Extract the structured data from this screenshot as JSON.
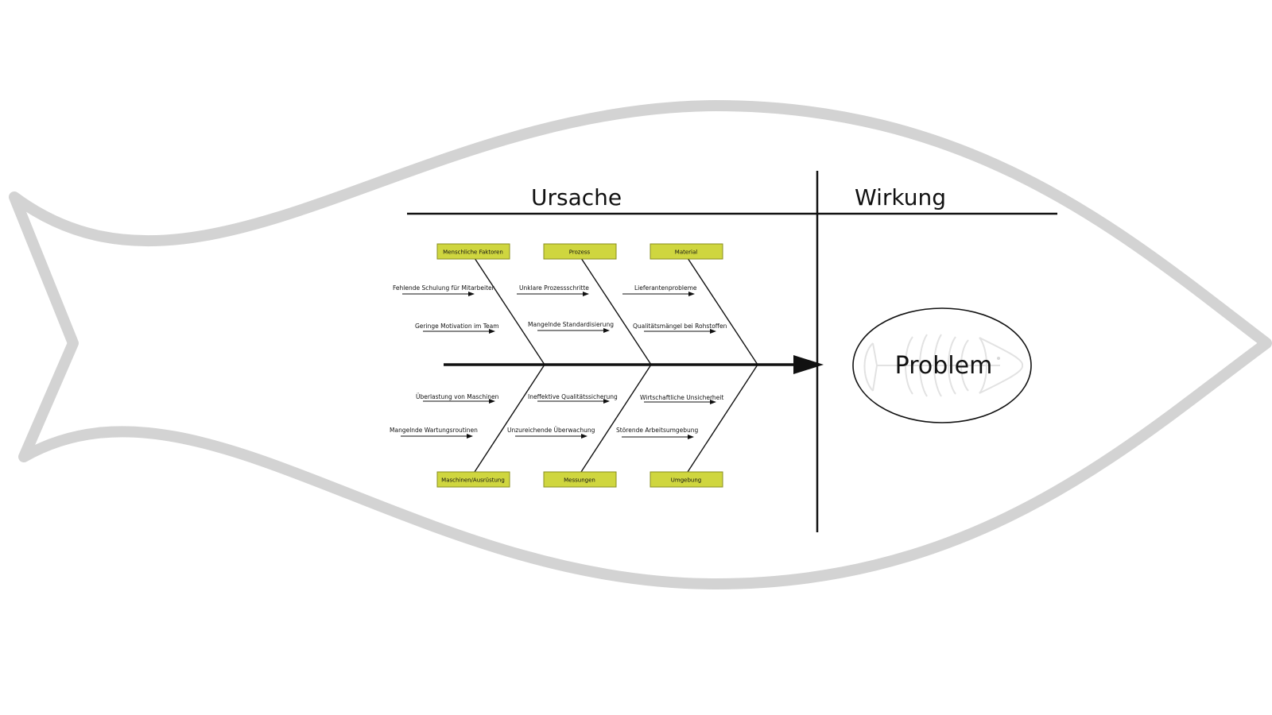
{
  "headings": {
    "cause": "Ursache",
    "effect": "Wirkung"
  },
  "problem": "Problem",
  "categories": {
    "top": [
      "Menschliche Faktoren",
      "Prozess",
      "Material"
    ],
    "bottom": [
      "Maschinen/Ausrüstung",
      "Messungen",
      "Umgebung"
    ]
  },
  "causes": {
    "top_row1": [
      "Fehlende Schulung für Mitarbeiter",
      "Unklare Prozessschritte",
      "Lieferantenprobleme"
    ],
    "top_row2": [
      "Geringe Motivation im Team",
      "Mangelnde Standardisierung",
      "Qualitätsmängel bei Rohstoffen"
    ],
    "bottom_row1": [
      "Überlastung von Maschinen",
      "Ineffektive Qualitätssicherung",
      "Wirtschaftliche Unsicherheit"
    ],
    "bottom_row2": [
      "Mangelnde Wartungsroutinen",
      "Unzureichende Überwachung",
      "Störende Arbeitsumgebung"
    ]
  },
  "colors": {
    "category_fill": "#cfd63f",
    "fish_outline": "#d3d3d3",
    "ink": "#111111"
  }
}
